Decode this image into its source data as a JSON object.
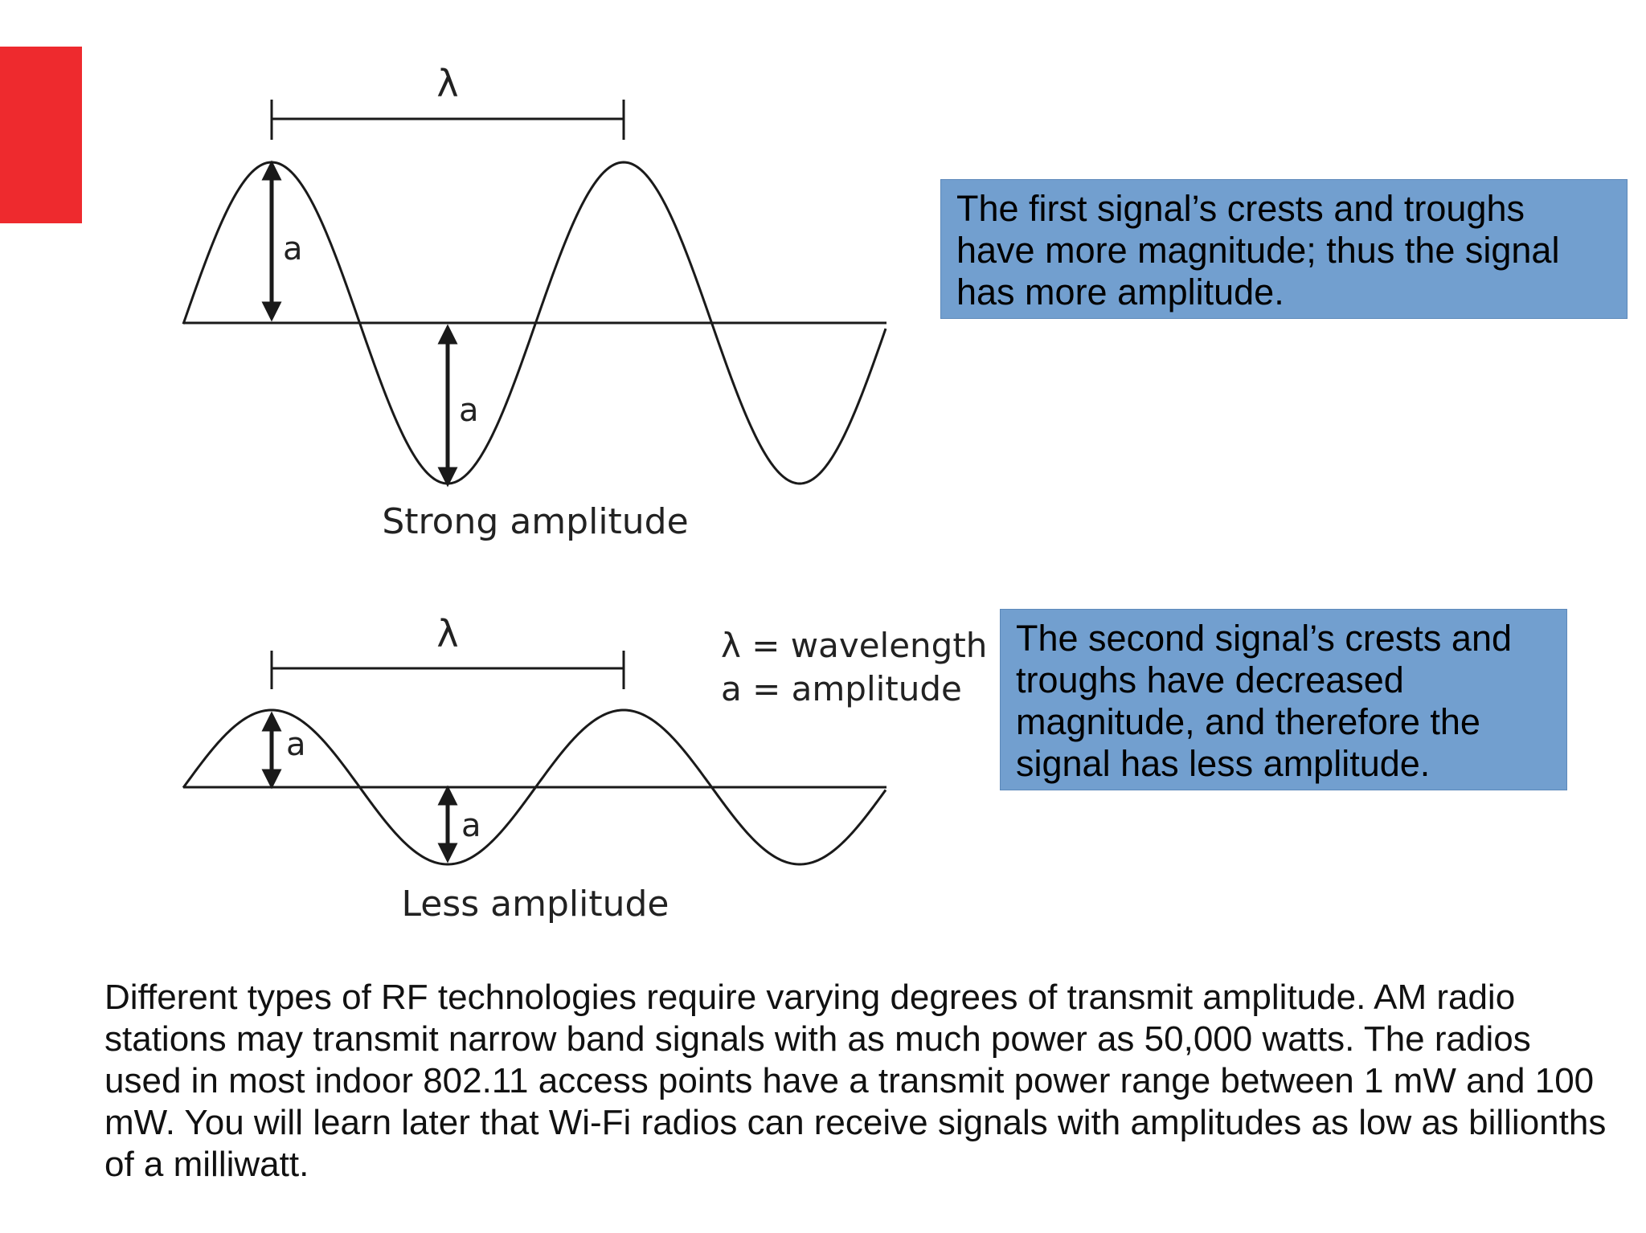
{
  "diagram": {
    "top_wave": {
      "lambda_symbol": "λ",
      "amplitude_label_crest": "a",
      "amplitude_label_trough": "a",
      "caption": "Strong amplitude",
      "relative_amplitude": 1.0
    },
    "bottom_wave": {
      "lambda_symbol": "λ",
      "amplitude_label_crest": "a",
      "amplitude_label_trough": "a",
      "caption": "Less amplitude",
      "relative_amplitude": 0.48
    },
    "legend": {
      "line1": "λ = wavelength",
      "line2": "a = amplitude"
    },
    "colors": {
      "wave": "#1a1a1a",
      "accent": "#ee2a2e",
      "callout_fill": "#729fcf"
    }
  },
  "callouts": {
    "first": "The first signal’s crests and troughs have more magnitude; thus the signal has more amplitude.",
    "second": "The second signal’s crests and troughs have decreased magnitude, and therefore the signal has less amplitude."
  },
  "body": {
    "paragraph": "Different types of RF technologies require varying degrees of transmit amplitude. AM radio stations may transmit narrow band signals with as much power as 50,000 watts. The radios used in most indoor 802.11 access points have a transmit power range between 1 mW and 100 mW. You will learn later that Wi-Fi radios can receive signals with amplitudes as low as billionths of a milliwatt."
  }
}
